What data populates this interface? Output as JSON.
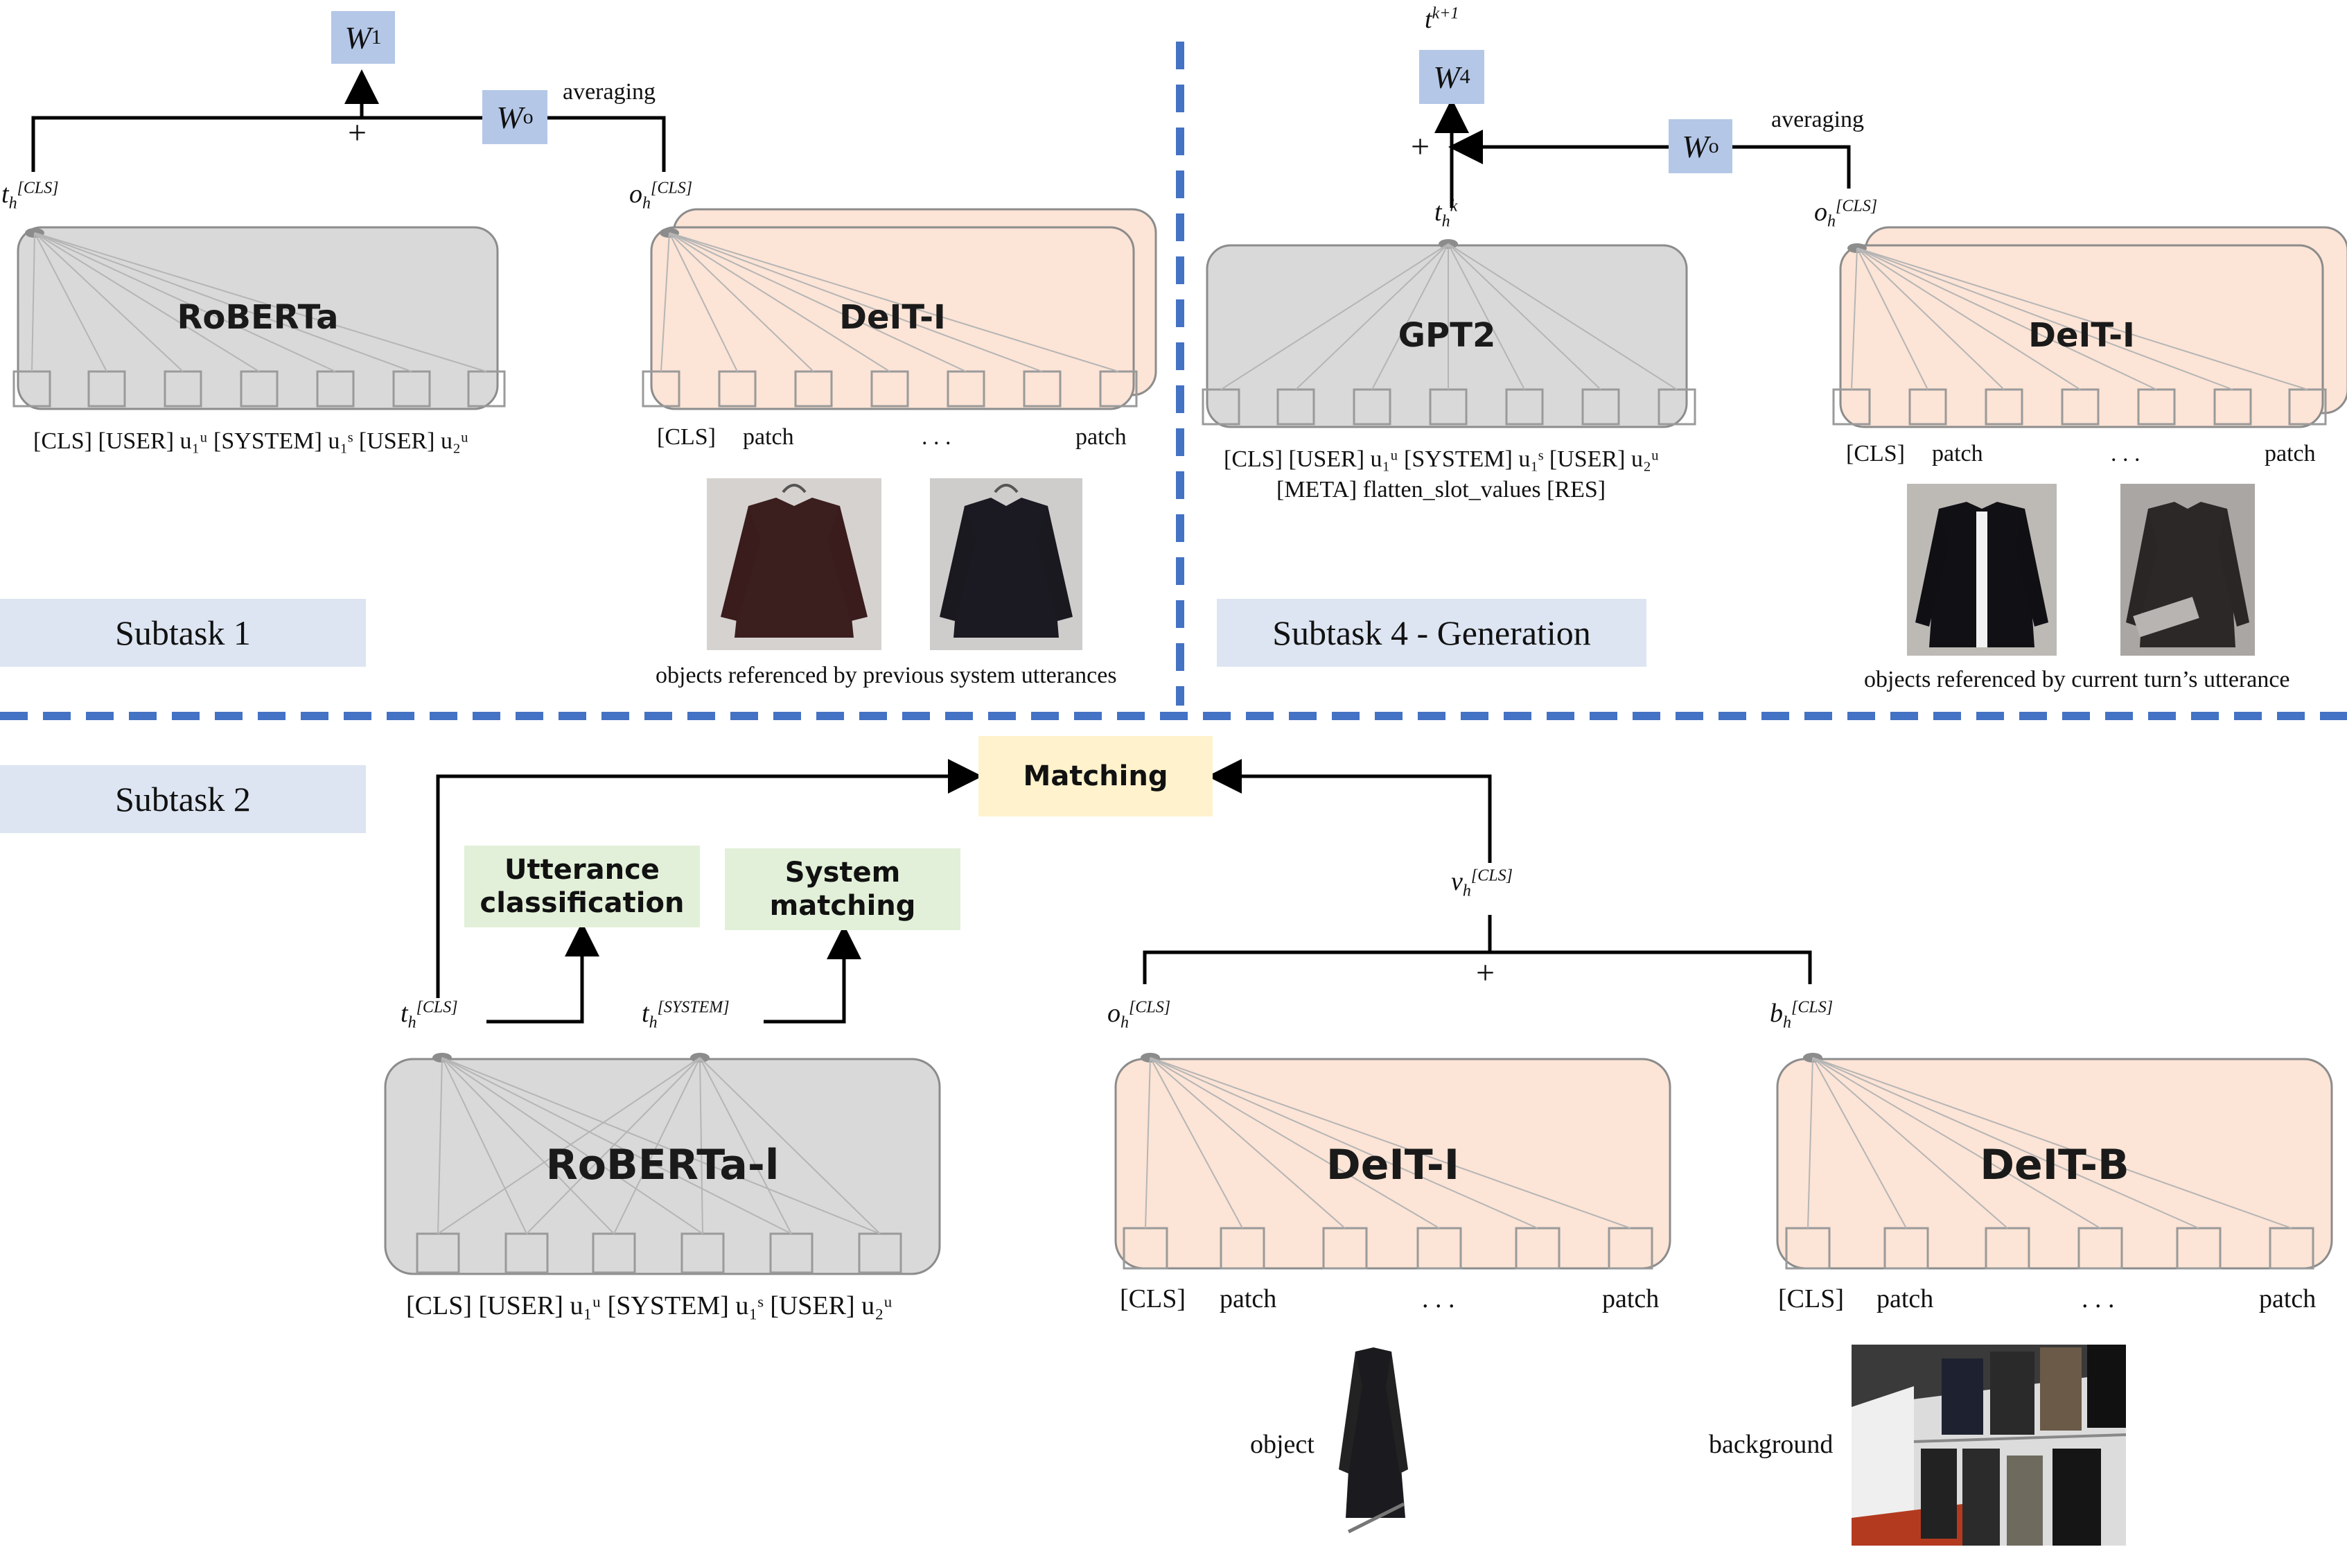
{
  "dividers": {
    "color": "#4472c4"
  },
  "panel_subtask1": {
    "label": "Subtask 1",
    "averaging": "averaging",
    "w1": "W",
    "w1_sub": "1",
    "wo": "W",
    "wo_sub": "o",
    "plus": "+",
    "text_model": "RoBERTa",
    "image_model": "DeIT-I",
    "t_cls": "t",
    "t_cls_sub": "h",
    "t_cls_sup": "[CLS]",
    "o_cls": "o",
    "o_cls_sub": "h",
    "o_cls_sup": "[CLS]",
    "text_tokens": "[CLS] [USER] u₁ᵘ [SYSTEM] u₁ˢ [USER] u₂ᵘ",
    "image_tokens": {
      "cls": "[CLS]",
      "patch1": "patch",
      "dots": ". . .",
      "patch2": "patch"
    },
    "caption": "objects referenced by previous system utterances"
  },
  "panel_subtask4": {
    "label": "Subtask 4 - Generation",
    "averaging": "averaging",
    "w4": "W",
    "w4_sub": "4",
    "wo": "W",
    "wo_sub": "o",
    "plus": "+",
    "t_next": "t",
    "t_next_sup": "k+1",
    "t_k": "t",
    "t_k_sub": "h",
    "t_k_sup": "k",
    "o_cls": "o",
    "o_cls_sub": "h",
    "o_cls_sup": "[CLS]",
    "text_model": "GPT2",
    "image_model": "DeIT-I",
    "text_tokens_line1": "[CLS] [USER] u₁ᵘ [SYSTEM] u₁ˢ [USER] u₂ᵘ",
    "text_tokens_line2": "[META] flatten_slot_values [RES]",
    "image_tokens": {
      "cls": "[CLS]",
      "patch1": "patch",
      "dots": ". . .",
      "patch2": "patch"
    },
    "caption": "objects referenced by current turn’s utterance"
  },
  "panel_subtask2": {
    "label": "Subtask 2",
    "matching": "Matching",
    "utterance_classification": "Utterance classification",
    "system_matching": "System matching",
    "t_cls": "t",
    "t_cls_sub": "h",
    "t_cls_sup": "[CLS]",
    "t_sys": "t",
    "t_sys_sub": "h",
    "t_sys_sup": "[SYSTEM]",
    "v_cls": "v",
    "v_cls_sub": "h",
    "v_cls_sup": "[CLS]",
    "o_cls": "o",
    "o_cls_sub": "h",
    "o_cls_sup": "[CLS]",
    "b_cls": "b",
    "b_cls_sub": "h",
    "b_cls_sup": "[CLS]",
    "plus": "+",
    "text_model": "RoBERTa-l",
    "object_model": "DeIT-I",
    "background_model": "DeIT-B",
    "text_tokens": "[CLS] [USER] u₁ᵘ [SYSTEM] u₁ˢ [USER] u₂ᵘ",
    "object_tokens": {
      "cls": "[CLS]",
      "patch1": "patch",
      "dots": ". . .",
      "patch2": "patch"
    },
    "background_tokens": {
      "cls": "[CLS]",
      "patch1": "patch",
      "dots": ". . .",
      "patch2": "patch"
    },
    "object_label": "object",
    "background_label": "background"
  },
  "colors": {
    "text_encoder_fill": "#d9d9d9",
    "image_encoder_fill": "#fce4d6",
    "weight_box": "#b4c7e7",
    "subtask_label": "#dde5f2",
    "matching_fill": "#fff2cc",
    "task_fill": "#e2f0d9"
  }
}
